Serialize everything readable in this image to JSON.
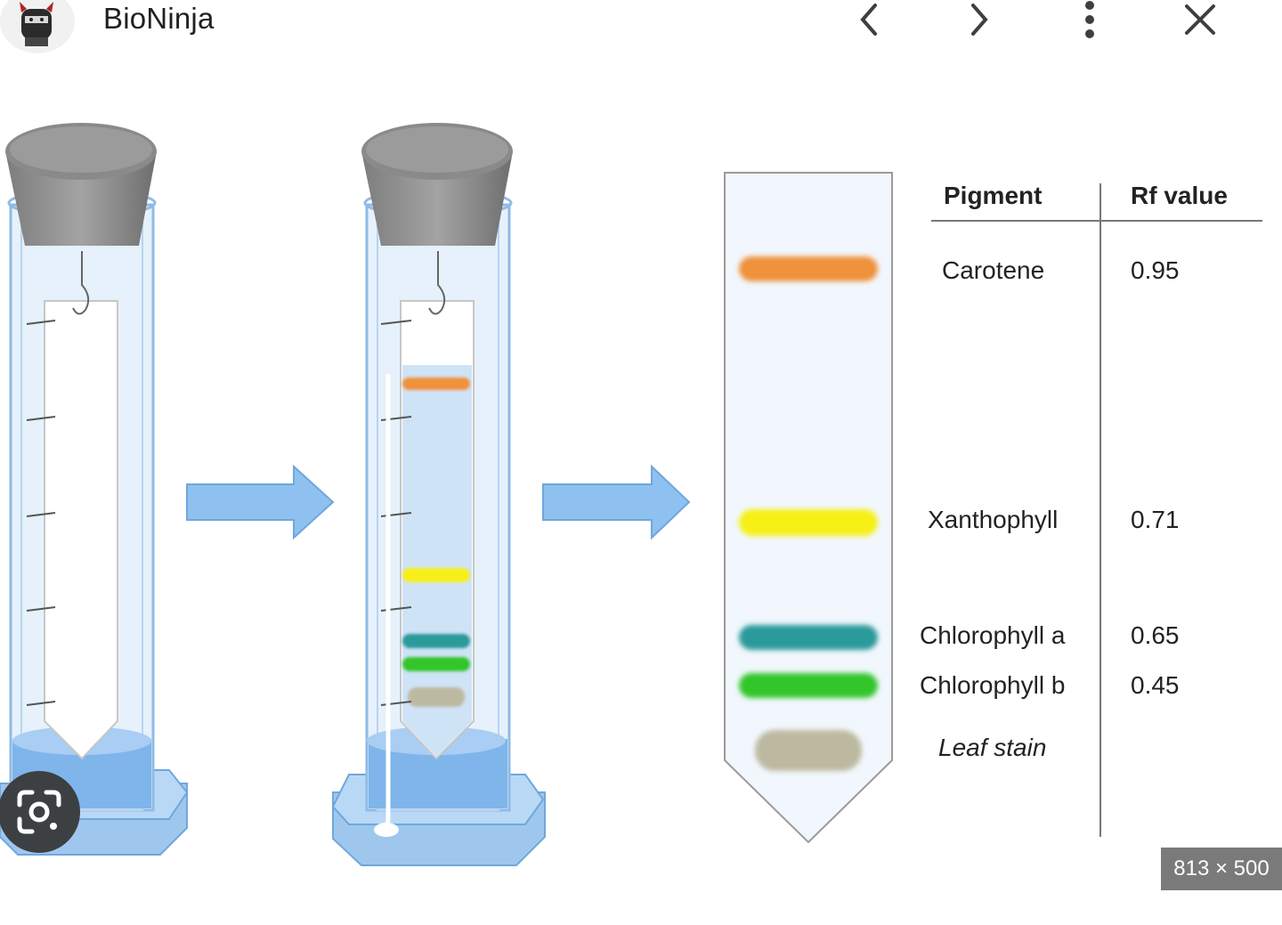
{
  "topbar": {
    "site_name": "BioNinja",
    "favicon_icon": "ninja-avatar-icon",
    "prev_icon": "chevron-left-icon",
    "next_icon": "chevron-right-icon",
    "more_icon": "more-vert-icon",
    "close_icon": "close-icon"
  },
  "figure": {
    "table": {
      "headers": [
        "Pigment",
        "Rf value"
      ],
      "rows": [
        {
          "pigment": "Carotene",
          "rf": "0.95",
          "color": "#f0913a"
        },
        {
          "pigment": "Xanthophyll",
          "rf": "0.71",
          "color": "#f6f019"
        },
        {
          "pigment": "Chlorophyll a",
          "rf": "0.65",
          "color": "#2a9a9a"
        },
        {
          "pigment": "Chlorophyll b",
          "rf": "0.45",
          "color": "#33c62a"
        },
        {
          "pigment": "Leaf stain",
          "rf": "",
          "color": "#bdb9a0"
        }
      ]
    }
  },
  "overlay": {
    "lens_icon": "google-lens-icon",
    "dimensions": "813 × 500"
  }
}
